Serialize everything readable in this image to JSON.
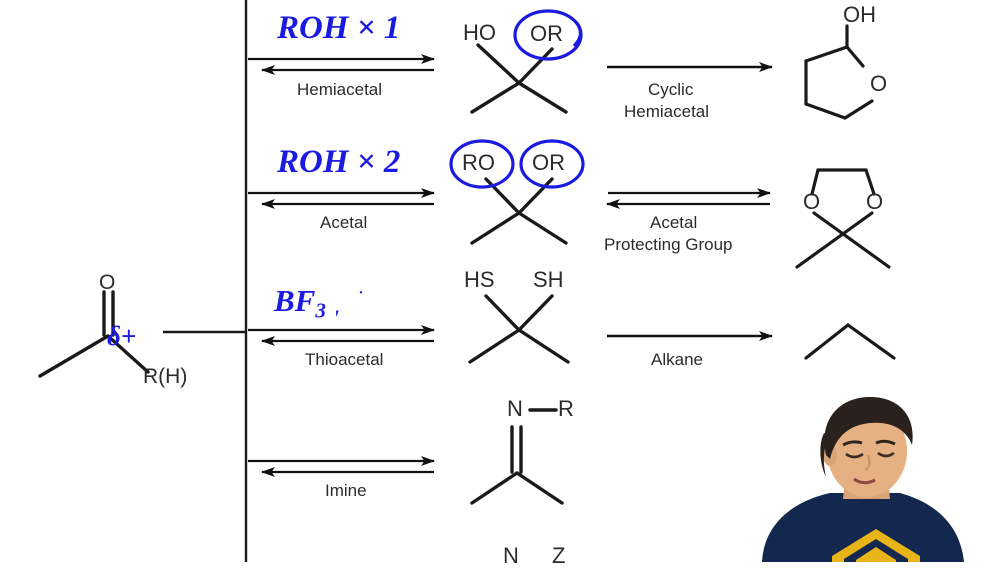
{
  "board": {
    "background_color": "#ffffff",
    "ink_color": "#1a1ae0",
    "structure_color": "#1a1a1a",
    "label_color": "#2b2b2b"
  },
  "starting_material": {
    "name": "ketone-aldehyde",
    "oxygen_label": "O",
    "r_label": "R(H)",
    "charge_annotation": "δ+"
  },
  "rows": [
    {
      "id": "hemiacetal",
      "reagent_handwritten": "ROH × 1",
      "arrow_label": "Hemiacetal",
      "arrow_type": "equilibrium",
      "product": {
        "name": "hemiacetal",
        "left_group": "HO",
        "right_group": "OR",
        "circled": [
          "OR"
        ]
      },
      "second_arrow_label": "Cyclic\nHemiacetal",
      "second_arrow_label_lines": [
        "Cyclic",
        "Hemiacetal"
      ],
      "second_arrow_type": "forward",
      "second_product": {
        "name": "cyclic-hemiacetal-tetrahydrofuran",
        "hydroxyl_label": "OH",
        "ring_oxygen_label": "O",
        "ring_size": 5
      }
    },
    {
      "id": "acetal",
      "reagent_handwritten": "ROH × 2",
      "arrow_label": "Acetal",
      "arrow_type": "equilibrium",
      "product": {
        "name": "acetal",
        "left_group": "RO",
        "right_group": "OR",
        "circled": [
          "RO",
          "OR"
        ]
      },
      "second_arrow_label_lines": [
        "Acetal",
        "Protecting Group"
      ],
      "second_arrow_type": "equilibrium-reverse",
      "second_product": {
        "name": "dioxolane-protecting-group",
        "ring_oxygen_left": "O",
        "ring_oxygen_right": "O",
        "ring_size": 5
      }
    },
    {
      "id": "thioacetal",
      "reagent_handwritten": "BF3",
      "reagent_handwritten_base": "BF",
      "reagent_handwritten_sub": "3",
      "arrow_label": "Thioacetal",
      "arrow_type": "equilibrium",
      "product": {
        "name": "thioacetal",
        "left_group": "HS",
        "right_group": "SH",
        "circled": []
      },
      "second_arrow_label_lines": [
        "Alkane"
      ],
      "second_arrow_type": "forward",
      "second_product": {
        "name": "alkane-chain",
        "ring_size": 0
      }
    },
    {
      "id": "imine",
      "reagent_handwritten": "",
      "arrow_label": "Imine",
      "arrow_type": "equilibrium",
      "product": {
        "name": "imine",
        "nitrogen_label": "N",
        "r_label": "R",
        "bond": "double"
      }
    },
    {
      "id": "cut-off-row",
      "product": {
        "name": "partial-structure-below-fold",
        "nitrogen_label": "N",
        "extra_label": "Z"
      }
    }
  ],
  "webcam": {
    "name": "presenter-video-overlay",
    "shirt_color": "#14284f",
    "logo_color": "#e8b418",
    "hair_color": "#2a211c",
    "skin_color": "#e5b183"
  }
}
